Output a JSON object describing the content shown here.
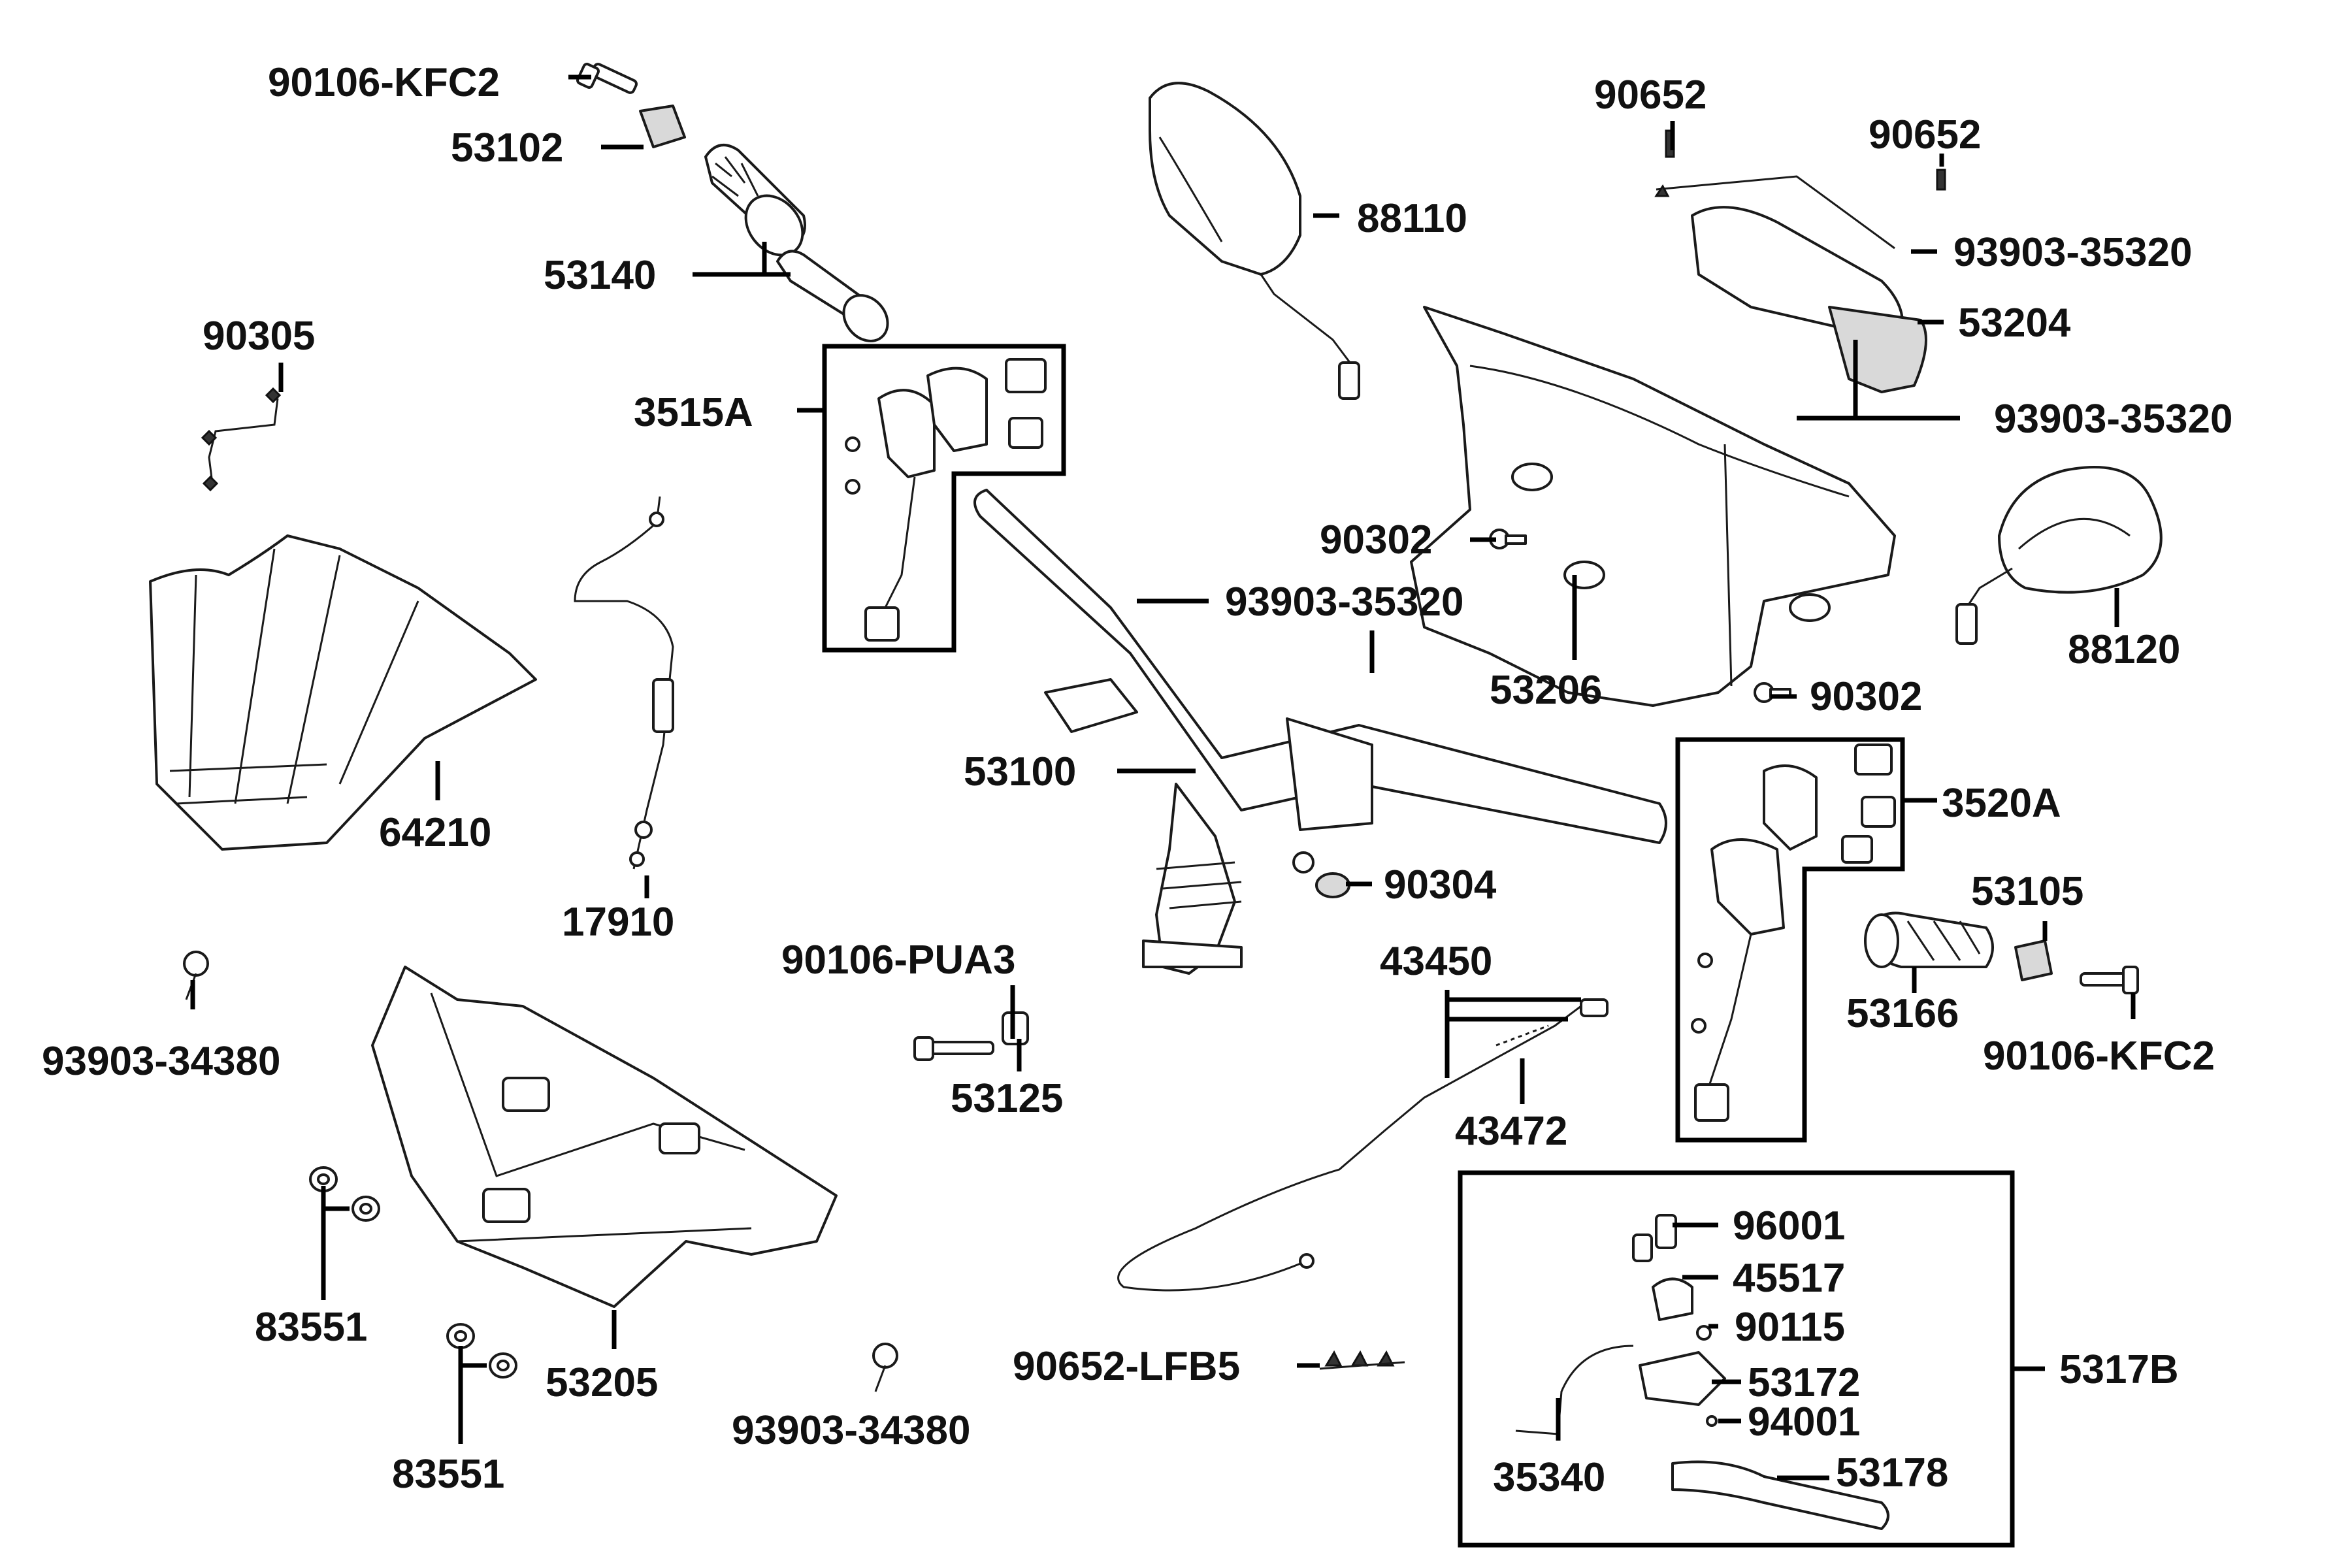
{
  "callouts": {
    "c_90106_kfc2_a": "90106-KFC2",
    "c_53102": "53102",
    "c_53140": "53140",
    "c_90305": "90305",
    "c_3515a": "3515A",
    "c_88110": "88110",
    "c_90652_a": "90652",
    "c_90652_b": "90652",
    "c_93903_35320_a": "93903-35320",
    "c_53204": "53204",
    "c_93903_35320_b": "93903-35320",
    "c_90302_a": "90302",
    "c_93903_35320_c": "93903-35320",
    "c_88120": "88120",
    "c_64210": "64210",
    "c_17910": "17910",
    "c_53206": "53206",
    "c_90302_b": "90302",
    "c_53100": "53100",
    "c_3520a": "3520A",
    "c_90304": "90304",
    "c_53105": "53105",
    "c_90106_pua3": "90106-PUA3",
    "c_43450": "43450",
    "c_53166": "53166",
    "c_93903_34380_a": "93903-34380",
    "c_53125": "53125",
    "c_90106_kfc2_b": "90106-KFC2",
    "c_43472": "43472",
    "c_96001": "96001",
    "c_45517": "45517",
    "c_83551_a": "83551",
    "c_90115": "90115",
    "c_90652_lfb5": "90652-LFB5",
    "c_53172": "53172",
    "c_5317b": "5317B",
    "c_53205": "53205",
    "c_94001": "94001",
    "c_93903_34380_b": "93903-34380",
    "c_35340": "35340",
    "c_53178": "53178",
    "c_83551_b": "83551"
  },
  "icons": {
    "handlebar": "handlebar-pipe-icon",
    "mirror_left": "rear-mirror-left-icon",
    "mirror_right": "rear-mirror-right-icon",
    "front_cover": "handlebar-front-cover-icon",
    "rear_cover": "handlebar-rear-cover-icon",
    "windscreen": "windscreen-icon",
    "grip": "throttle-grip-icon",
    "cable": "control-cable-icon",
    "switch": "handlebar-switch-icon",
    "lever": "brake-lever-icon",
    "bolt": "bolt-icon",
    "screw": "screw-icon",
    "washer": "washer-icon",
    "clip": "clip-icon"
  }
}
